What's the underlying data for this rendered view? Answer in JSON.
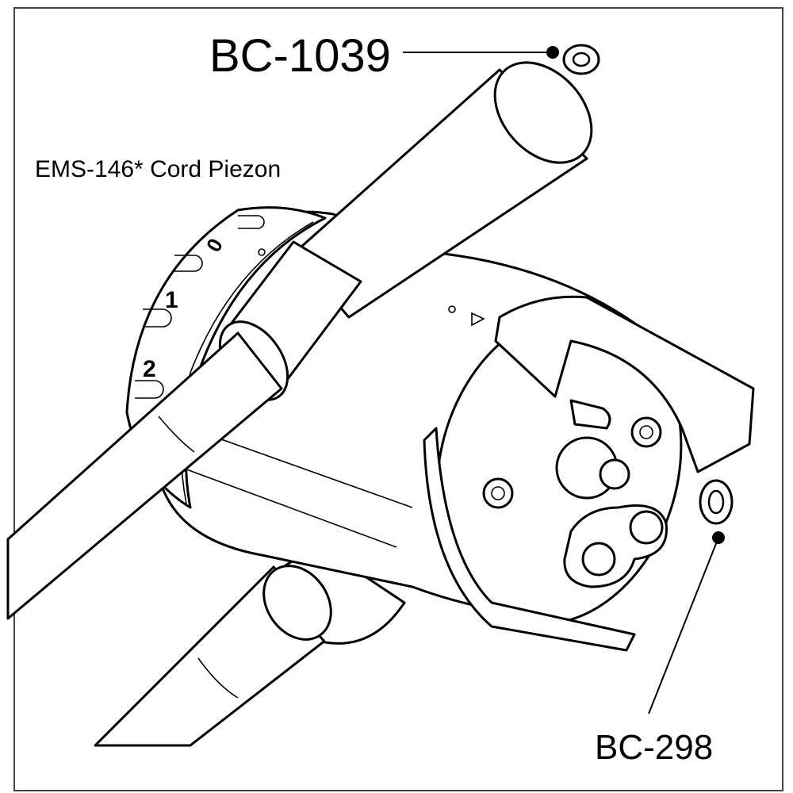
{
  "labels": {
    "part_top": "BC-1039",
    "cord": "EMS-146* Cord Piezon",
    "part_right": "BC-298"
  },
  "dial": {
    "marks": [
      "0",
      "1",
      "2"
    ]
  }
}
